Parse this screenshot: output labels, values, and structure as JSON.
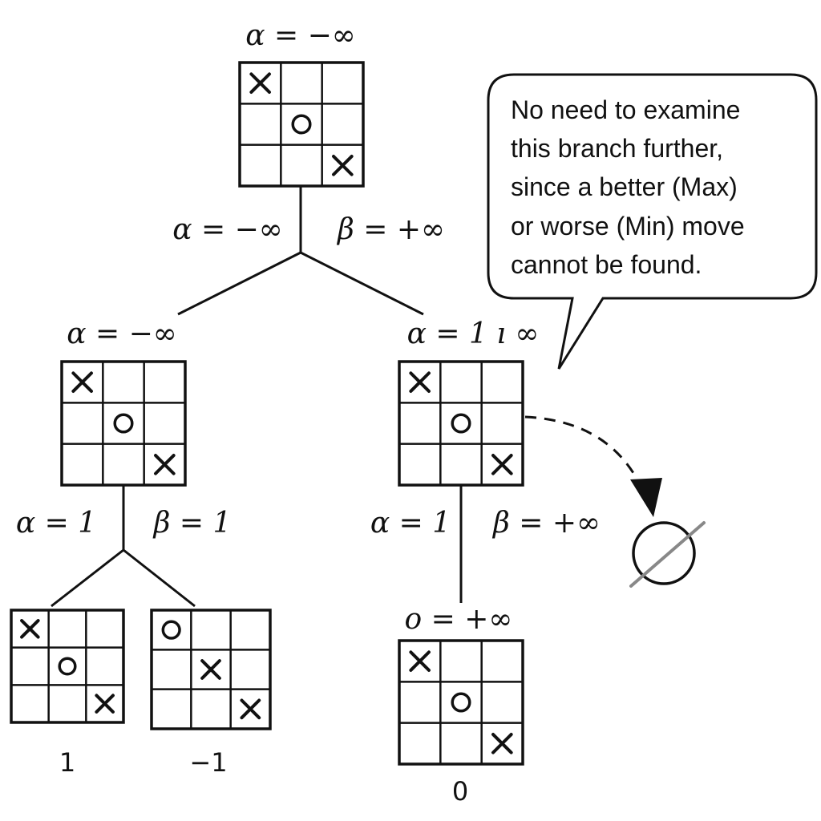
{
  "nodes": {
    "root": {
      "label": "α = −∞",
      "board": [
        "X",
        "",
        "",
        "",
        "O",
        "",
        "",
        "",
        "X"
      ],
      "branch_alpha": "α = −∞",
      "branch_beta": "β = +∞"
    },
    "left": {
      "label": "α = −∞",
      "board": [
        "X",
        "",
        "",
        "",
        "O",
        "",
        "",
        "",
        "X"
      ],
      "branch_alpha": "α = 1",
      "branch_beta": "β = 1"
    },
    "right": {
      "label": "α = 1 ı ∞",
      "board": [
        "X",
        "",
        "",
        "",
        "O",
        "",
        "",
        "",
        "X"
      ],
      "branch_alpha": "α = 1",
      "branch_beta": "β = +∞"
    },
    "leaf_left_1": {
      "board": [
        "X",
        "",
        "",
        "",
        "O",
        "",
        "",
        "",
        "X"
      ],
      "value": "1"
    },
    "leaf_left_2": {
      "board": [
        "O",
        "",
        "",
        "",
        "X",
        "",
        "",
        "",
        "X"
      ],
      "value": "−1"
    },
    "leaf_right": {
      "label": "o = +∞",
      "board": [
        "X",
        "",
        "",
        "",
        "O",
        "",
        "",
        "",
        "X"
      ],
      "value": "0"
    }
  },
  "callout": {
    "lines": [
      "No need to examine",
      "this branch further,",
      "since a better (Max)",
      "or worse (Min) move",
      "cannot be found."
    ]
  },
  "icons": {
    "pruned": "empty-set-icon",
    "pointer": "dashed-arrow-icon"
  }
}
